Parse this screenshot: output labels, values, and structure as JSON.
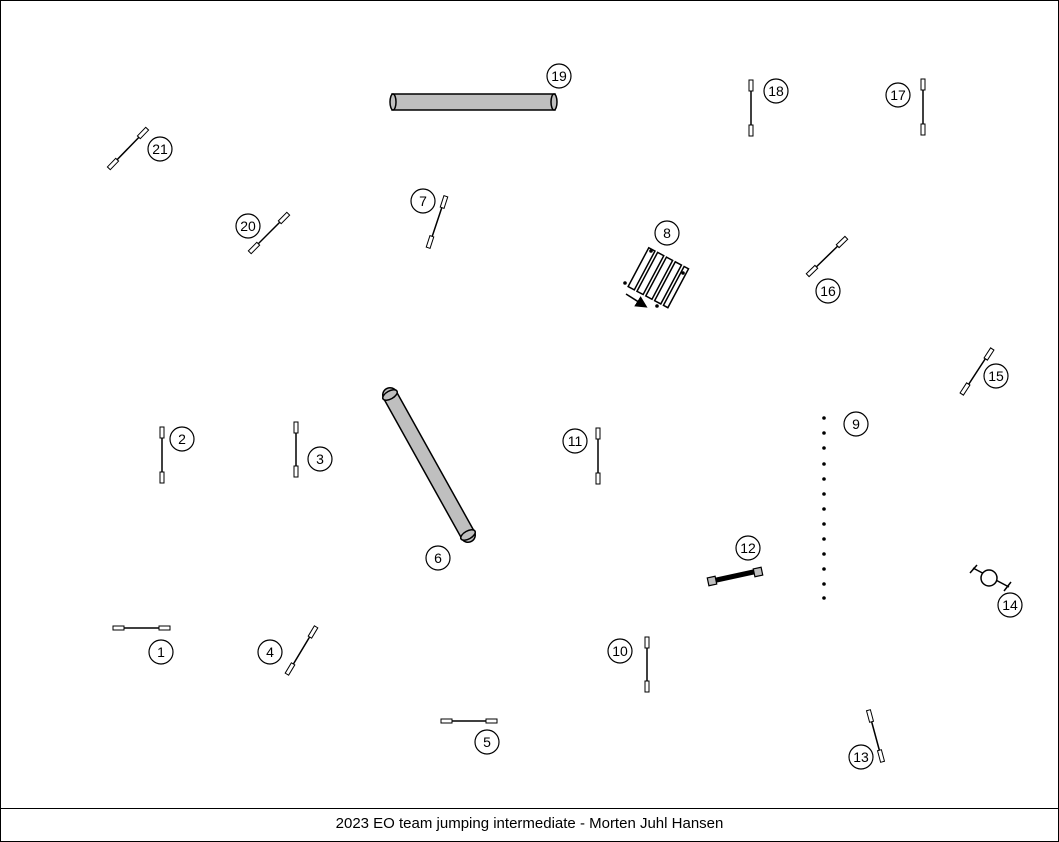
{
  "footer": {
    "caption": "2023 EO team jumping intermediate - Morten Juhl Hansen"
  },
  "colors": {
    "ink": "#000000",
    "tunnel": "#bfbfbf",
    "background": "#ffffff"
  },
  "obstacles": [
    {
      "id": "jump-1",
      "number": "1",
      "type": "jump"
    },
    {
      "id": "jump-2",
      "number": "2",
      "type": "jump"
    },
    {
      "id": "jump-3",
      "number": "3",
      "type": "jump"
    },
    {
      "id": "jump-4",
      "number": "4",
      "type": "jump"
    },
    {
      "id": "jump-5",
      "number": "5",
      "type": "jump"
    },
    {
      "id": "tunnel-6",
      "number": "6",
      "type": "tunnel"
    },
    {
      "id": "jump-7",
      "number": "7",
      "type": "jump"
    },
    {
      "id": "seesaw-8",
      "number": "8",
      "type": "seesaw"
    },
    {
      "id": "weave-9",
      "number": "9",
      "type": "weave-poles"
    },
    {
      "id": "jump-10",
      "number": "10",
      "type": "jump"
    },
    {
      "id": "jump-11",
      "number": "11",
      "type": "jump"
    },
    {
      "id": "long-jump-12",
      "number": "12",
      "type": "long-jump"
    },
    {
      "id": "jump-13",
      "number": "13",
      "type": "jump"
    },
    {
      "id": "tyre-14",
      "number": "14",
      "type": "tyre"
    },
    {
      "id": "jump-15",
      "number": "15",
      "type": "jump"
    },
    {
      "id": "jump-16",
      "number": "16",
      "type": "jump"
    },
    {
      "id": "jump-17",
      "number": "17",
      "type": "jump"
    },
    {
      "id": "jump-18",
      "number": "18",
      "type": "jump"
    },
    {
      "id": "tunnel-19",
      "number": "19",
      "type": "tunnel"
    },
    {
      "id": "jump-20",
      "number": "20",
      "type": "jump"
    },
    {
      "id": "jump-21",
      "number": "21",
      "type": "jump"
    }
  ]
}
